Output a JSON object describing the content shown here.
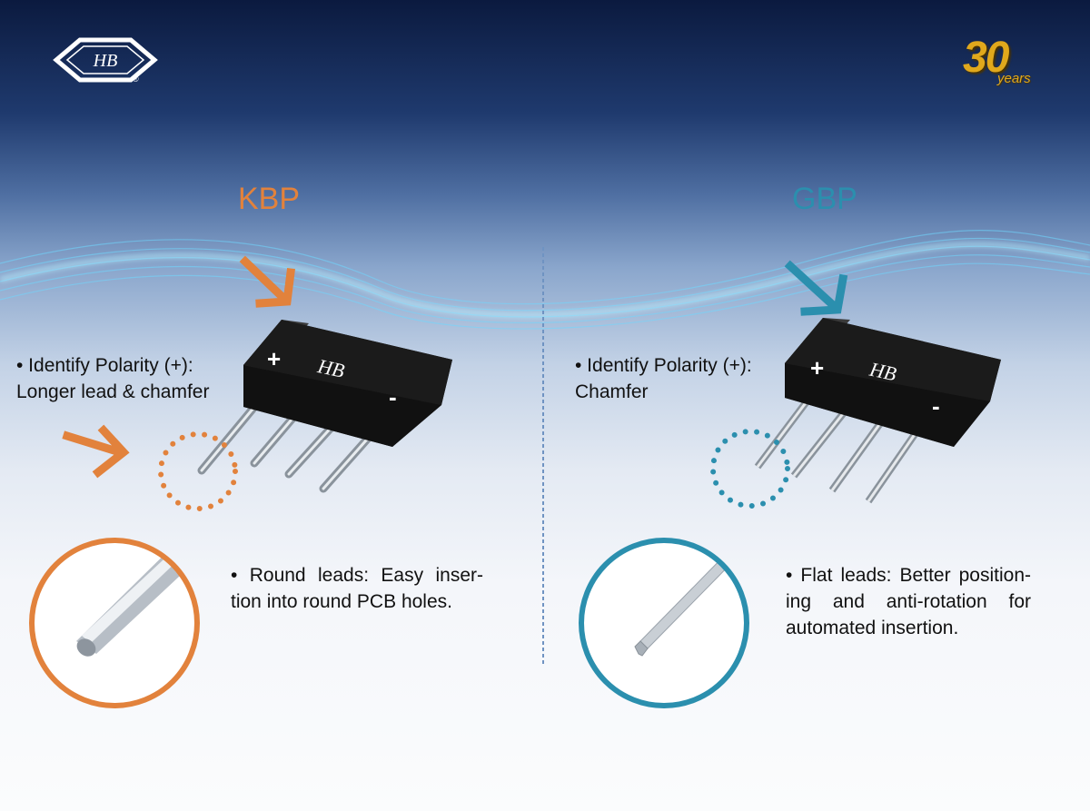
{
  "brand": {
    "logo_text": "HB",
    "anniversary_number": "30",
    "anniversary_word": "years"
  },
  "kbp": {
    "title": "KBP",
    "polarity_line1": "• Identify Polarity (+):",
    "polarity_line2": "Longer lead & chamfer",
    "leads_line1": "• Round leads: Easy inser-",
    "leads_line2": "tion into round PCB holes.",
    "plus_mark": "+",
    "minus_mark": "-",
    "chip_logo": "HB"
  },
  "gbp": {
    "title": "GBP",
    "polarity_line1": "• Identify Polarity (+):",
    "polarity_line2": "Chamfer",
    "leads_line1": "• Flat leads: Better position-",
    "leads_line2": "ing and anti-rotation for",
    "leads_line3": "automated insertion.",
    "plus_mark": "+",
    "minus_mark": "-",
    "chip_logo": "HB"
  },
  "colors": {
    "kbp_accent": "#e2823c",
    "gbp_accent": "#2b8fae",
    "gold": "#e0a81c",
    "chip_body": "#1b1b1b"
  }
}
